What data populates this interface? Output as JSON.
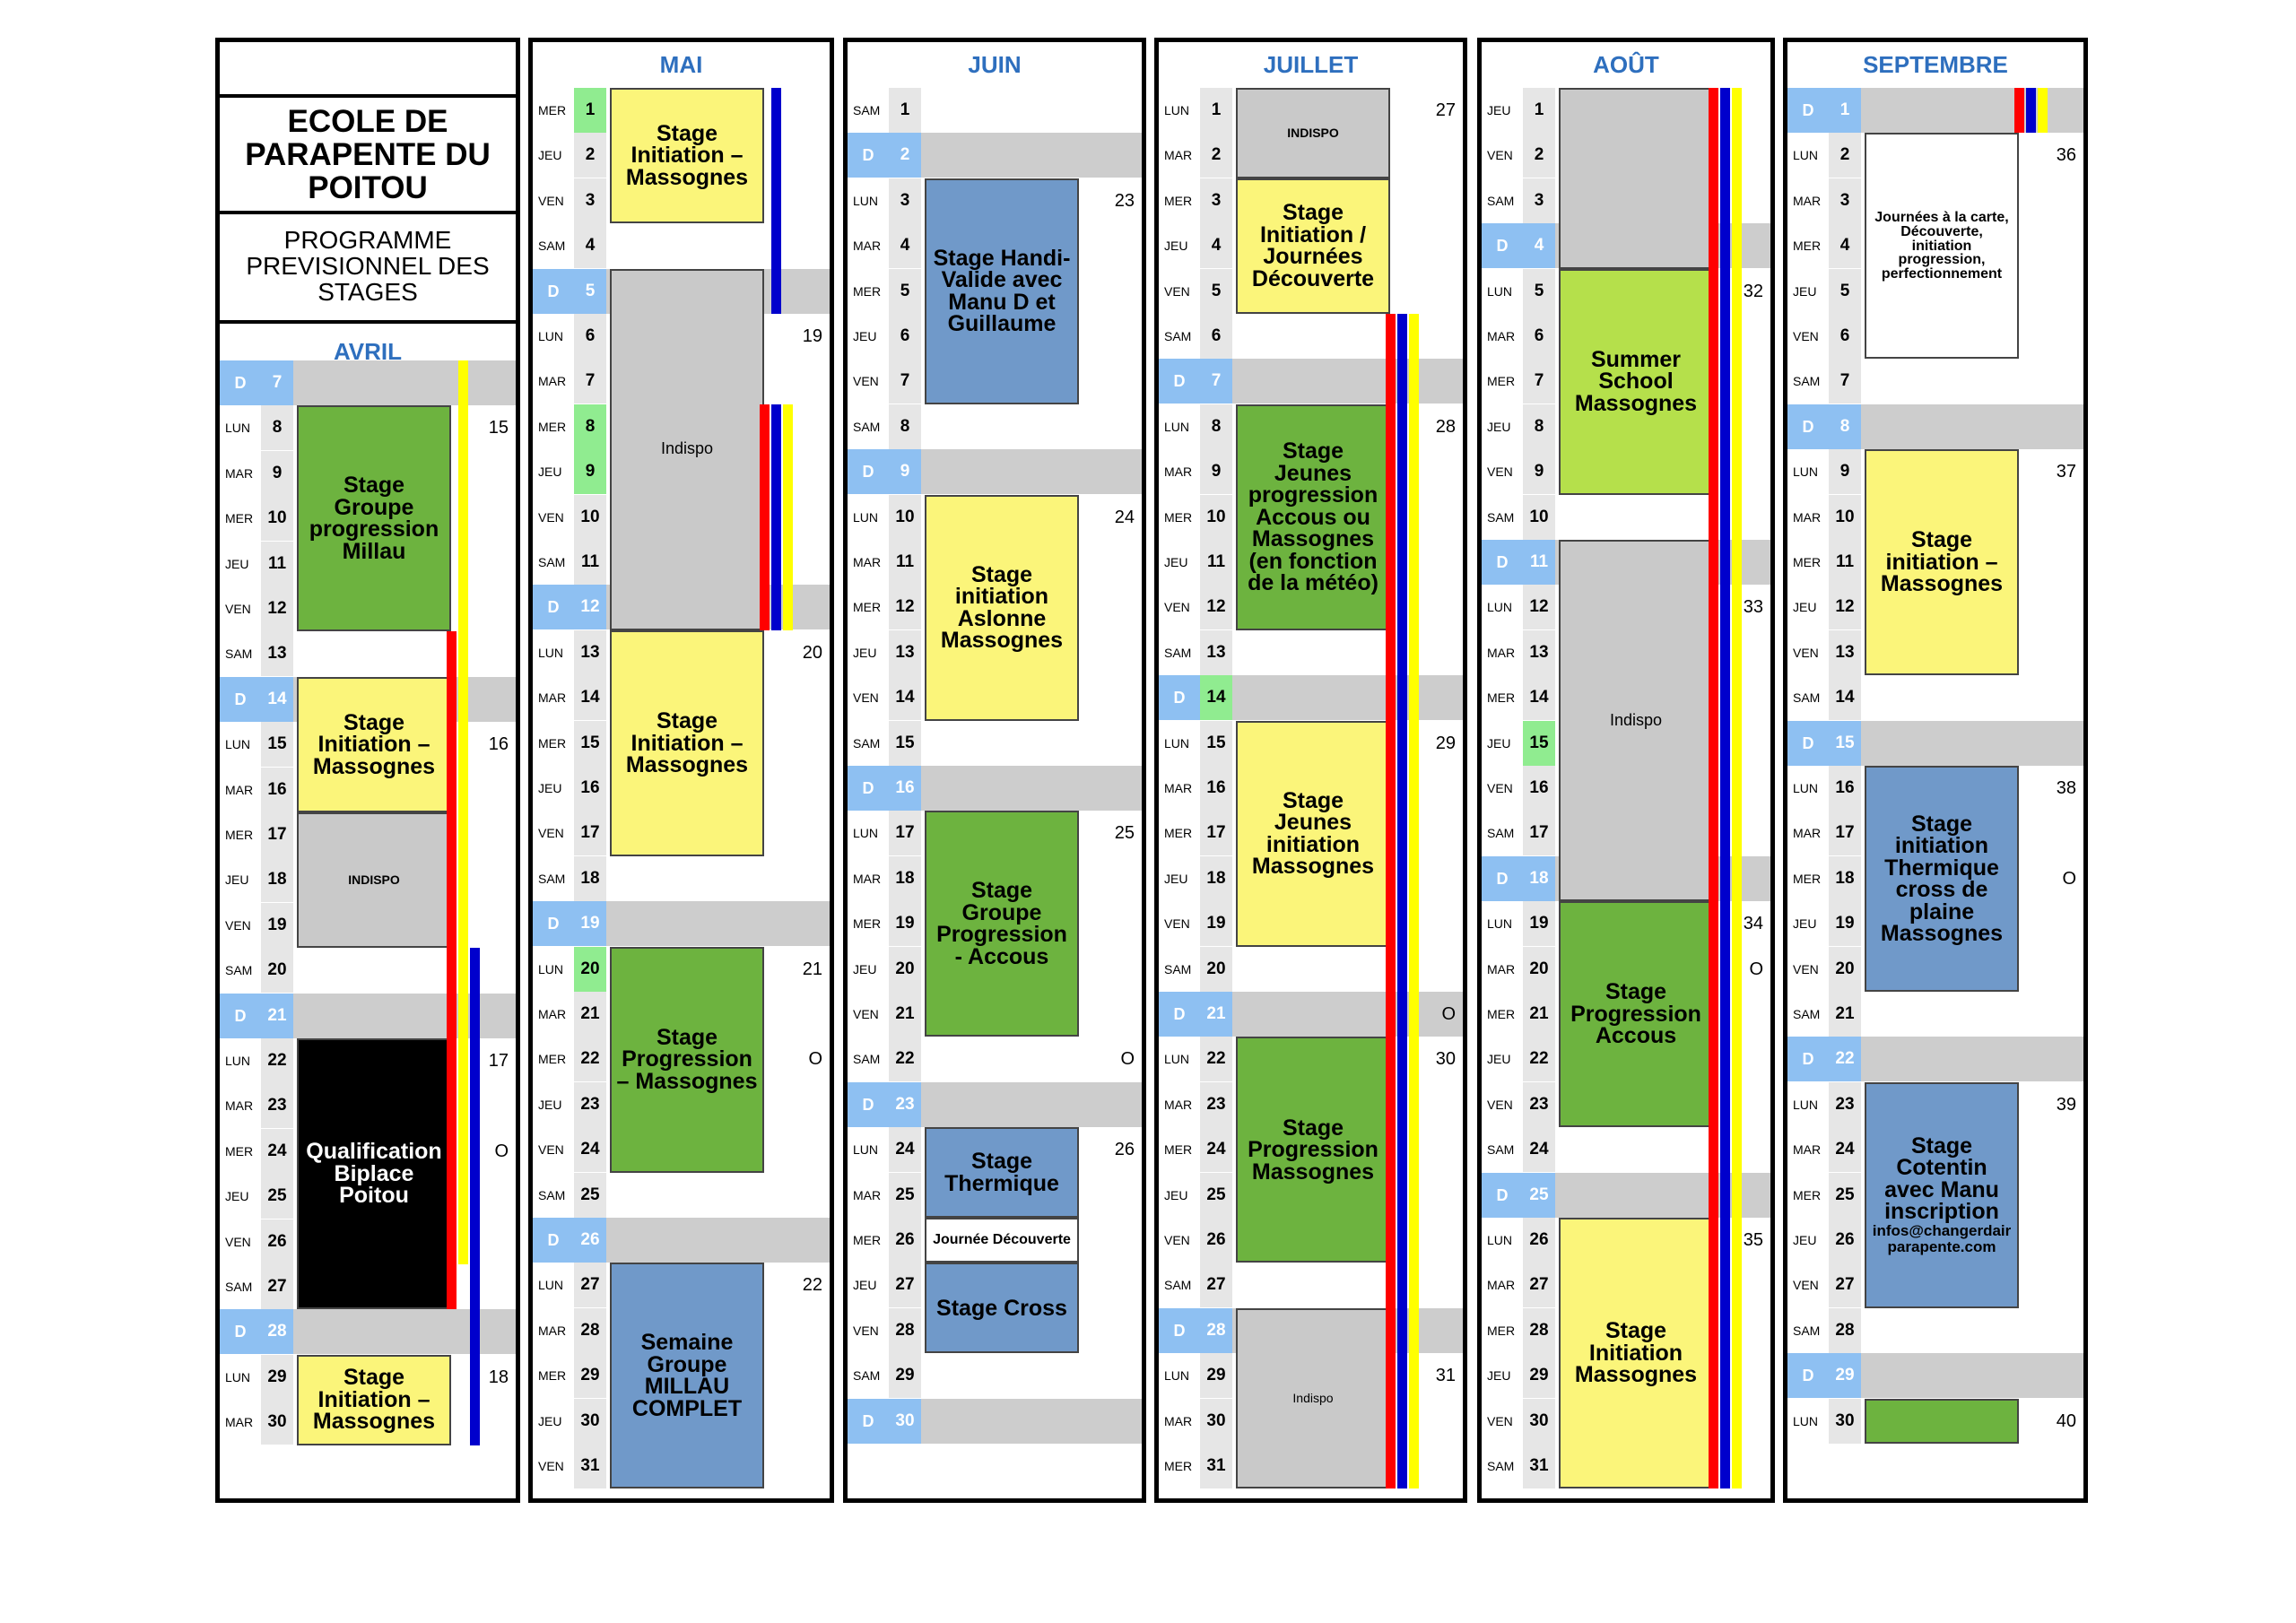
{
  "colors": {
    "sunday": "#8ec0f2",
    "month_title": "#2e6fbe",
    "green": "#6db33f",
    "yellow": "#fbf57a",
    "blue": "#7099c9",
    "grey": "#c9c9c9",
    "black": "#000000",
    "lime": "#b5e04b",
    "holiday": "#90ec90"
  },
  "header": {
    "school": "ECOLE DE PARAPENTE DU POITOU",
    "program": "PROGRAMME PREVISIONNEL DES STAGES"
  },
  "months": [
    {
      "name": "AVRIL",
      "start_row": 0,
      "days": [
        [
          "D",
          "7"
        ],
        [
          "LUN",
          "8"
        ],
        [
          "MAR",
          "9"
        ],
        [
          "MER",
          "10"
        ],
        [
          "JEU",
          "11"
        ],
        [
          "VEN",
          "12"
        ],
        [
          "SAM",
          "13"
        ],
        [
          "D",
          "14"
        ],
        [
          "LUN",
          "15"
        ],
        [
          "MAR",
          "16"
        ],
        [
          "MER",
          "17"
        ],
        [
          "JEU",
          "18"
        ],
        [
          "VEN",
          "19"
        ],
        [
          "SAM",
          "20"
        ],
        [
          "D",
          "21"
        ],
        [
          "LUN",
          "22"
        ],
        [
          "MAR",
          "23"
        ],
        [
          "MER",
          "24"
        ],
        [
          "JEU",
          "25"
        ],
        [
          "VEN",
          "26"
        ],
        [
          "SAM",
          "27"
        ],
        [
          "D",
          "28"
        ],
        [
          "LUN",
          "29"
        ],
        [
          "MAR",
          "30"
        ]
      ],
      "highlight": [],
      "weeks": [
        {
          "row": 1,
          "text": "15"
        },
        {
          "row": 8,
          "text": "16"
        },
        {
          "row": 15,
          "text": "17"
        },
        {
          "row": 17,
          "text": "O"
        },
        {
          "row": 22,
          "text": "18"
        }
      ],
      "blocks": [
        {
          "from": 1,
          "to": 5,
          "style": "green",
          "text": "Stage Groupe progression Millau",
          "size": 25
        },
        {
          "from": 7,
          "to": 9,
          "style": "yellow",
          "text": "Stage Initiation – Massognes",
          "size": 25
        },
        {
          "from": 10,
          "to": 12,
          "style": "grey",
          "text": "INDISPO",
          "size": 14
        },
        {
          "from": 15,
          "to": 20,
          "style": "black",
          "text": "Qualification Biplace Poitou",
          "size": 25
        },
        {
          "from": 22,
          "to": 23,
          "style": "yellow",
          "text": "Stage Initiation – Massognes",
          "size": 25
        }
      ],
      "bars": [
        {
          "from": 0,
          "to": 19,
          "pos": 0,
          "color": "#ffff00"
        },
        {
          "from": 6,
          "to": 20,
          "pos": -1,
          "color": "#ff0000"
        },
        {
          "from": 13,
          "to": 23,
          "pos": 1,
          "color": "#0000cc"
        }
      ]
    },
    {
      "name": "MAI",
      "start_row": 0,
      "days": [
        [
          "MER",
          "1"
        ],
        [
          "JEU",
          "2"
        ],
        [
          "VEN",
          "3"
        ],
        [
          "SAM",
          "4"
        ],
        [
          "D",
          "5"
        ],
        [
          "LUN",
          "6"
        ],
        [
          "MAR",
          "7"
        ],
        [
          "MER",
          "8"
        ],
        [
          "JEU",
          "9"
        ],
        [
          "VEN",
          "10"
        ],
        [
          "SAM",
          "11"
        ],
        [
          "D",
          "12"
        ],
        [
          "LUN",
          "13"
        ],
        [
          "MAR",
          "14"
        ],
        [
          "MER",
          "15"
        ],
        [
          "JEU",
          "16"
        ],
        [
          "VEN",
          "17"
        ],
        [
          "SAM",
          "18"
        ],
        [
          "D",
          "19"
        ],
        [
          "LUN",
          "20"
        ],
        [
          "MAR",
          "21"
        ],
        [
          "MER",
          "22"
        ],
        [
          "JEU",
          "23"
        ],
        [
          "VEN",
          "24"
        ],
        [
          "SAM",
          "25"
        ],
        [
          "D",
          "26"
        ],
        [
          "LUN",
          "27"
        ],
        [
          "MAR",
          "28"
        ],
        [
          "MER",
          "29"
        ],
        [
          "JEU",
          "30"
        ],
        [
          "VEN",
          "31"
        ]
      ],
      "highlight": [
        0,
        7,
        8,
        19
      ],
      "weeks": [
        {
          "row": 5,
          "text": "19"
        },
        {
          "row": 12,
          "text": "20"
        },
        {
          "row": 19,
          "text": "21"
        },
        {
          "row": 21,
          "text": "O"
        },
        {
          "row": 26,
          "text": "22"
        }
      ],
      "blocks": [
        {
          "from": 0,
          "to": 2,
          "style": "yellow",
          "text": "Stage Initiation – Massognes",
          "size": 25
        },
        {
          "from": 4,
          "to": 11,
          "style": "grey",
          "text": "Indispo",
          "size": 18,
          "plain": true
        },
        {
          "from": 12,
          "to": 16,
          "style": "yellow",
          "text": "Stage Initiation – Massognes",
          "size": 25
        },
        {
          "from": 19,
          "to": 23,
          "style": "green",
          "text": "Stage Progression – Massognes",
          "size": 25
        },
        {
          "from": 26,
          "to": 30,
          "style": "blue",
          "text": "Semaine Groupe MILLAU COMPLET",
          "size": 25
        }
      ],
      "bars": [
        {
          "from": 0,
          "to": 4,
          "pos": 0,
          "color": "#0000cc"
        },
        {
          "from": 7,
          "to": 11,
          "pos": -1,
          "color": "#ff0000"
        },
        {
          "from": 7,
          "to": 11,
          "pos": 0,
          "color": "#0000cc"
        },
        {
          "from": 7,
          "to": 11,
          "pos": 1,
          "color": "#ffff00"
        }
      ]
    },
    {
      "name": "JUIN",
      "start_row": 0,
      "days": [
        [
          "SAM",
          "1"
        ],
        [
          "D",
          "2"
        ],
        [
          "LUN",
          "3"
        ],
        [
          "MAR",
          "4"
        ],
        [
          "MER",
          "5"
        ],
        [
          "JEU",
          "6"
        ],
        [
          "VEN",
          "7"
        ],
        [
          "SAM",
          "8"
        ],
        [
          "D",
          "9"
        ],
        [
          "LUN",
          "10"
        ],
        [
          "MAR",
          "11"
        ],
        [
          "MER",
          "12"
        ],
        [
          "JEU",
          "13"
        ],
        [
          "VEN",
          "14"
        ],
        [
          "SAM",
          "15"
        ],
        [
          "D",
          "16"
        ],
        [
          "LUN",
          "17"
        ],
        [
          "MAR",
          "18"
        ],
        [
          "MER",
          "19"
        ],
        [
          "JEU",
          "20"
        ],
        [
          "VEN",
          "21"
        ],
        [
          "SAM",
          "22"
        ],
        [
          "D",
          "23"
        ],
        [
          "LUN",
          "24"
        ],
        [
          "MAR",
          "25"
        ],
        [
          "MER",
          "26"
        ],
        [
          "JEU",
          "27"
        ],
        [
          "VEN",
          "28"
        ],
        [
          "SAM",
          "29"
        ],
        [
          "D",
          "30"
        ]
      ],
      "highlight": [],
      "weeks": [
        {
          "row": 2,
          "text": "23"
        },
        {
          "row": 9,
          "text": "24"
        },
        {
          "row": 16,
          "text": "25"
        },
        {
          "row": 21,
          "text": "O"
        },
        {
          "row": 23,
          "text": "26"
        }
      ],
      "blocks": [
        {
          "from": 2,
          "to": 6,
          "style": "blue",
          "text": "Stage Handi-Valide avec Manu D et Guillaume",
          "size": 25
        },
        {
          "from": 9,
          "to": 13,
          "style": "yellow",
          "text": "Stage initiation Aslonne Massognes",
          "size": 25
        },
        {
          "from": 16,
          "to": 20,
          "style": "green",
          "text": "Stage Groupe Progression - Accous",
          "size": 25
        },
        {
          "from": 23,
          "to": 24,
          "style": "blue",
          "text": "Stage Thermique",
          "size": 25
        },
        {
          "from": 25,
          "to": 25,
          "style": "white",
          "text": "Journée Découverte",
          "size": 16
        },
        {
          "from": 26,
          "to": 27,
          "style": "blue",
          "text": "Stage Cross",
          "size": 25
        }
      ],
      "bars": []
    },
    {
      "name": "JUILLET",
      "start_row": 0,
      "days": [
        [
          "LUN",
          "1"
        ],
        [
          "MAR",
          "2"
        ],
        [
          "MER",
          "3"
        ],
        [
          "JEU",
          "4"
        ],
        [
          "VEN",
          "5"
        ],
        [
          "SAM",
          "6"
        ],
        [
          "D",
          "7"
        ],
        [
          "LUN",
          "8"
        ],
        [
          "MAR",
          "9"
        ],
        [
          "MER",
          "10"
        ],
        [
          "JEU",
          "11"
        ],
        [
          "VEN",
          "12"
        ],
        [
          "SAM",
          "13"
        ],
        [
          "D",
          "14"
        ],
        [
          "LUN",
          "15"
        ],
        [
          "MAR",
          "16"
        ],
        [
          "MER",
          "17"
        ],
        [
          "JEU",
          "18"
        ],
        [
          "VEN",
          "19"
        ],
        [
          "SAM",
          "20"
        ],
        [
          "D",
          "21"
        ],
        [
          "LUN",
          "22"
        ],
        [
          "MAR",
          "23"
        ],
        [
          "MER",
          "24"
        ],
        [
          "JEU",
          "25"
        ],
        [
          "VEN",
          "26"
        ],
        [
          "SAM",
          "27"
        ],
        [
          "D",
          "28"
        ],
        [
          "LUN",
          "29"
        ],
        [
          "MAR",
          "30"
        ],
        [
          "MER",
          "31"
        ]
      ],
      "highlight": [
        13
      ],
      "weeks": [
        {
          "row": 0,
          "text": "27"
        },
        {
          "row": 7,
          "text": "28"
        },
        {
          "row": 14,
          "text": "29"
        },
        {
          "row": 20,
          "text": "O"
        },
        {
          "row": 21,
          "text": "30"
        },
        {
          "row": 28,
          "text": "31"
        }
      ],
      "blocks": [
        {
          "from": 0,
          "to": 1,
          "style": "grey",
          "text": "INDISPO",
          "size": 14
        },
        {
          "from": 2,
          "to": 4,
          "style": "yellow",
          "text": "Stage Initiation / Journées Découverte",
          "size": 25
        },
        {
          "from": 7,
          "to": 11,
          "style": "green",
          "text": "Stage Jeunes progression Accous ou Massognes (en fonction de la météo)",
          "size": 25
        },
        {
          "from": 14,
          "to": 18,
          "style": "yellow",
          "text": "Stage Jeunes initiation Massognes",
          "size": 25
        },
        {
          "from": 21,
          "to": 25,
          "style": "green",
          "text": "Stage Progression Massognes",
          "size": 25
        },
        {
          "from": 27,
          "to": 30,
          "style": "grey",
          "text": "Indispo",
          "size": 14,
          "plain": true
        }
      ],
      "bars": [
        {
          "from": 5,
          "to": 30,
          "pos": -1,
          "color": "#ff0000"
        },
        {
          "from": 5,
          "to": 30,
          "pos": 0,
          "color": "#0000cc"
        },
        {
          "from": 5,
          "to": 30,
          "pos": 1,
          "color": "#ffff00"
        }
      ]
    },
    {
      "name": "AOÛT",
      "start_row": 0,
      "days": [
        [
          "JEU",
          "1"
        ],
        [
          "VEN",
          "2"
        ],
        [
          "SAM",
          "3"
        ],
        [
          "D",
          "4"
        ],
        [
          "LUN",
          "5"
        ],
        [
          "MAR",
          "6"
        ],
        [
          "MER",
          "7"
        ],
        [
          "JEU",
          "8"
        ],
        [
          "VEN",
          "9"
        ],
        [
          "SAM",
          "10"
        ],
        [
          "D",
          "11"
        ],
        [
          "LUN",
          "12"
        ],
        [
          "MAR",
          "13"
        ],
        [
          "MER",
          "14"
        ],
        [
          "JEU",
          "15"
        ],
        [
          "VEN",
          "16"
        ],
        [
          "SAM",
          "17"
        ],
        [
          "D",
          "18"
        ],
        [
          "LUN",
          "19"
        ],
        [
          "MAR",
          "20"
        ],
        [
          "MER",
          "21"
        ],
        [
          "JEU",
          "22"
        ],
        [
          "VEN",
          "23"
        ],
        [
          "SAM",
          "24"
        ],
        [
          "D",
          "25"
        ],
        [
          "LUN",
          "26"
        ],
        [
          "MAR",
          "27"
        ],
        [
          "MER",
          "28"
        ],
        [
          "JEU",
          "29"
        ],
        [
          "VEN",
          "30"
        ],
        [
          "SAM",
          "31"
        ]
      ],
      "highlight": [
        14
      ],
      "weeks": [
        {
          "row": 4,
          "text": "32"
        },
        {
          "row": 11,
          "text": "33"
        },
        {
          "row": 18,
          "text": "34"
        },
        {
          "row": 19,
          "text": "O"
        },
        {
          "row": 25,
          "text": "35"
        }
      ],
      "blocks": [
        {
          "from": 0,
          "to": 3,
          "style": "grey",
          "text": "",
          "size": 14
        },
        {
          "from": 4,
          "to": 8,
          "style": "lime",
          "text": "Summer School Massognes",
          "size": 25
        },
        {
          "from": 10,
          "to": 17,
          "style": "grey",
          "text": "Indispo",
          "size": 18,
          "plain": true
        },
        {
          "from": 18,
          "to": 22,
          "style": "green",
          "text": "Stage Progression Accous",
          "size": 25
        },
        {
          "from": 25,
          "to": 30,
          "style": "yellow",
          "text": "Stage Initiation Massognes",
          "size": 25
        }
      ],
      "bars": [
        {
          "from": 0,
          "to": 30,
          "pos": -1,
          "color": "#ff0000"
        },
        {
          "from": 0,
          "to": 30,
          "pos": 0,
          "color": "#0000cc"
        },
        {
          "from": 0,
          "to": 30,
          "pos": 1,
          "color": "#ffff00"
        }
      ]
    },
    {
      "name": "SEPTEMBRE",
      "start_row": 0,
      "days": [
        [
          "D",
          "1"
        ],
        [
          "LUN",
          "2"
        ],
        [
          "MAR",
          "3"
        ],
        [
          "MER",
          "4"
        ],
        [
          "JEU",
          "5"
        ],
        [
          "VEN",
          "6"
        ],
        [
          "SAM",
          "7"
        ],
        [
          "D",
          "8"
        ],
        [
          "LUN",
          "9"
        ],
        [
          "MAR",
          "10"
        ],
        [
          "MER",
          "11"
        ],
        [
          "JEU",
          "12"
        ],
        [
          "VEN",
          "13"
        ],
        [
          "SAM",
          "14"
        ],
        [
          "D",
          "15"
        ],
        [
          "LUN",
          "16"
        ],
        [
          "MAR",
          "17"
        ],
        [
          "MER",
          "18"
        ],
        [
          "JEU",
          "19"
        ],
        [
          "VEN",
          "20"
        ],
        [
          "SAM",
          "21"
        ],
        [
          "D",
          "22"
        ],
        [
          "LUN",
          "23"
        ],
        [
          "MAR",
          "24"
        ],
        [
          "MER",
          "25"
        ],
        [
          "JEU",
          "26"
        ],
        [
          "VEN",
          "27"
        ],
        [
          "SAM",
          "28"
        ],
        [
          "D",
          "29"
        ],
        [
          "LUN",
          "30"
        ]
      ],
      "highlight": [],
      "weeks": [
        {
          "row": 1,
          "text": "36"
        },
        {
          "row": 8,
          "text": "37"
        },
        {
          "row": 15,
          "text": "38"
        },
        {
          "row": 17,
          "text": "O"
        },
        {
          "row": 22,
          "text": "39"
        },
        {
          "row": 29,
          "text": "40"
        }
      ],
      "blocks": [
        {
          "from": 1,
          "to": 5,
          "style": "white",
          "text": "Journées à la carte, Découverte, initiation progression, perfectionnement",
          "size": 16
        },
        {
          "from": 8,
          "to": 12,
          "style": "yellow",
          "text": "Stage initiation – Massognes",
          "size": 25
        },
        {
          "from": 15,
          "to": 19,
          "style": "blue",
          "text": "Stage initiation Thermique cross de plaine Massognes",
          "size": 25
        },
        {
          "from": 22,
          "to": 26,
          "style": "blue",
          "text": "Stage Cotentin avec Manu inscription",
          "extra": "infos@changerdair parapente.com",
          "size": 25
        },
        {
          "from": 29,
          "to": 29,
          "style": "green",
          "text": "",
          "size": 14
        }
      ],
      "bars": [
        {
          "from": 0,
          "to": 0,
          "pos": -1,
          "color": "#ff0000"
        },
        {
          "from": 0,
          "to": 0,
          "pos": 0,
          "color": "#0000cc"
        },
        {
          "from": 0,
          "to": 0,
          "pos": 1,
          "color": "#ffff00"
        }
      ]
    }
  ]
}
